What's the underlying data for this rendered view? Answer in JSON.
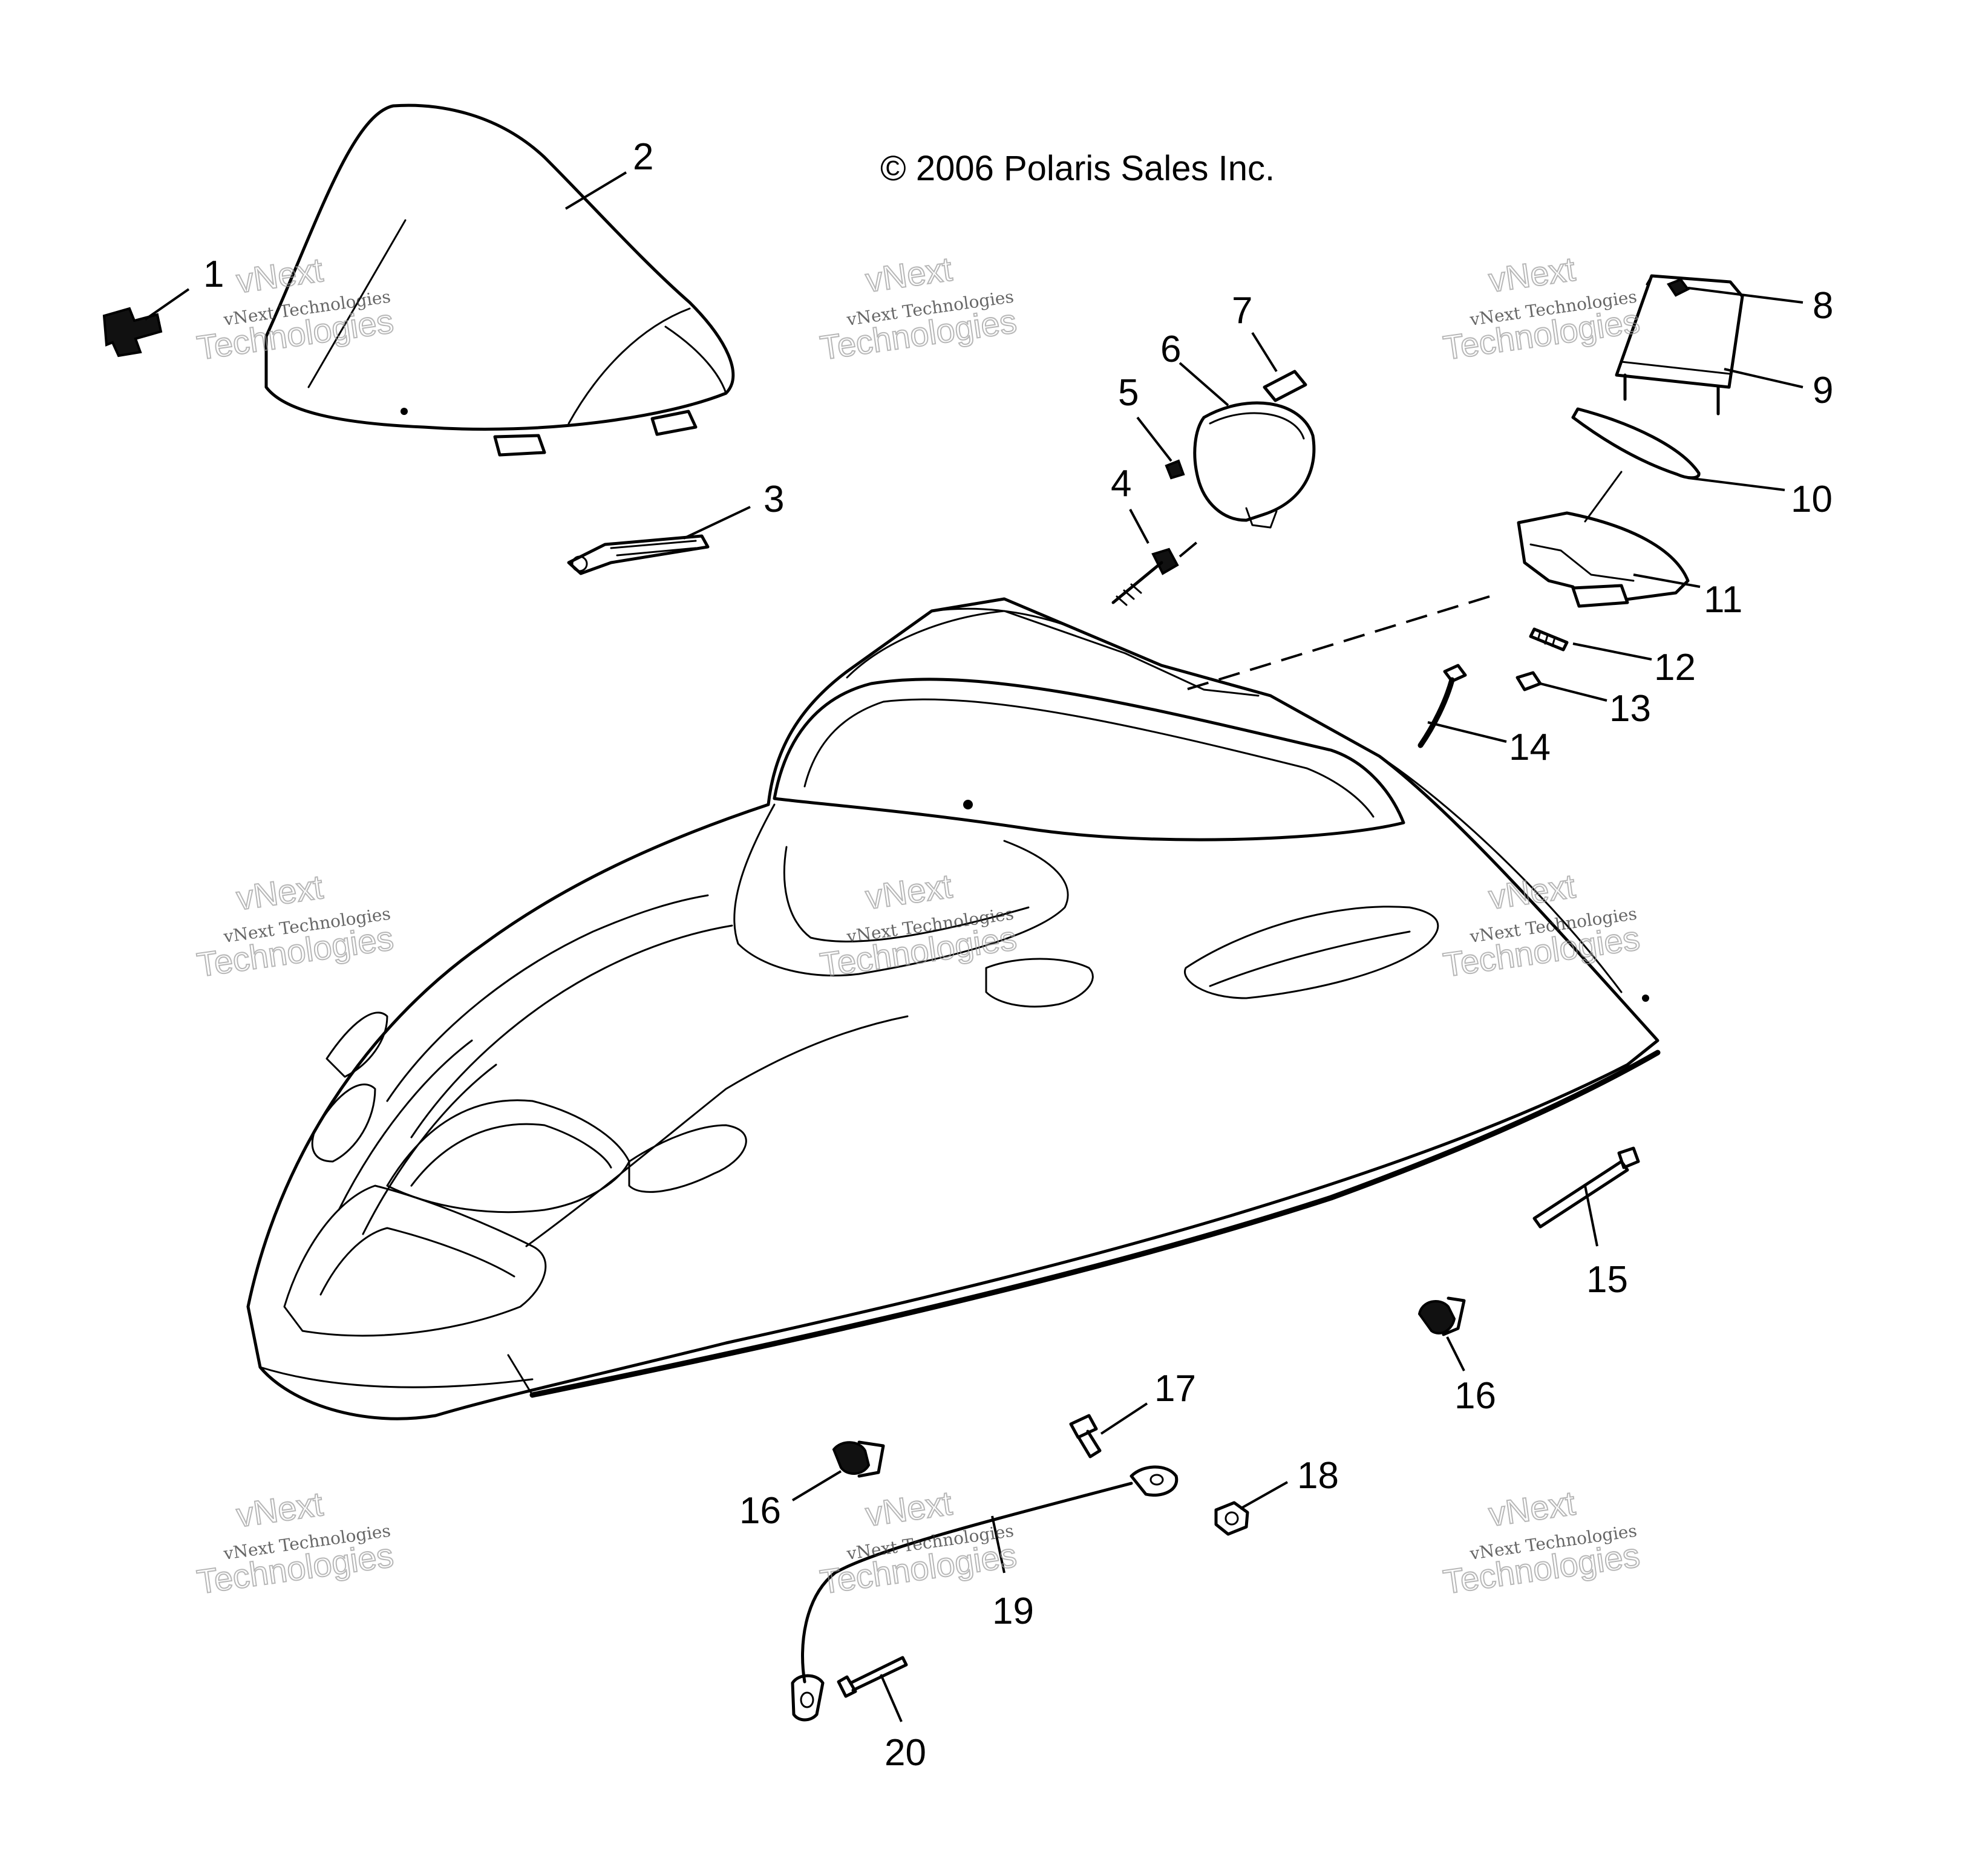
{
  "copyright": "© 2006 Polaris Sales Inc.",
  "watermark": {
    "line1": "vNext",
    "line2": "Technologies",
    "small": "vNext Technologies"
  },
  "callouts": {
    "c1": "1",
    "c2": "2",
    "c3": "3",
    "c4": "4",
    "c5": "5",
    "c6": "6",
    "c7": "7",
    "c8": "8",
    "c9": "9",
    "c10": "10",
    "c11": "11",
    "c12": "12",
    "c13": "13",
    "c14": "14",
    "c15": "15",
    "c16a": "16",
    "c16b": "16",
    "c17": "17",
    "c18": "18",
    "c19": "19",
    "c20": "20"
  }
}
